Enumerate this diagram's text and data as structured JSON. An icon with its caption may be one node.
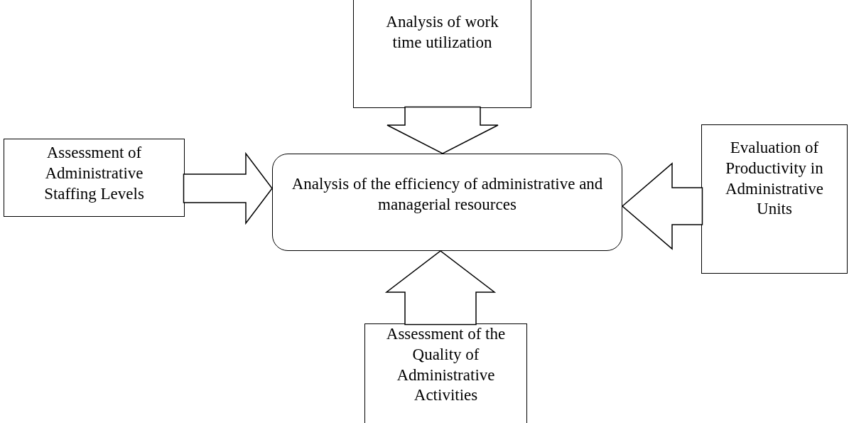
{
  "diagram": {
    "nodes": [
      {
        "text": [
          "Analysis of the efficiency of administrative and managerial resources"
        ]
      },
      {
        "text": [
          "Analysis of work time utilization"
        ]
      },
      {
        "text": [
          "Assessment of Administrative Staffing Levels"
        ]
      },
      {
        "text": [
          "Evaluation of Productivity in Administrative Units"
        ]
      },
      {
        "text": [
          "Assessment of the Quality of Administrative Activities"
        ]
      }
    ],
    "edges": [
      {
        "from": 1,
        "to": 0,
        "arrow": "to"
      },
      {
        "from": 2,
        "to": 0,
        "arrow": "to"
      },
      {
        "from": 3,
        "to": 0,
        "arrow": "to"
      },
      {
        "from": 4,
        "to": 0,
        "arrow": "to"
      }
    ]
  }
}
